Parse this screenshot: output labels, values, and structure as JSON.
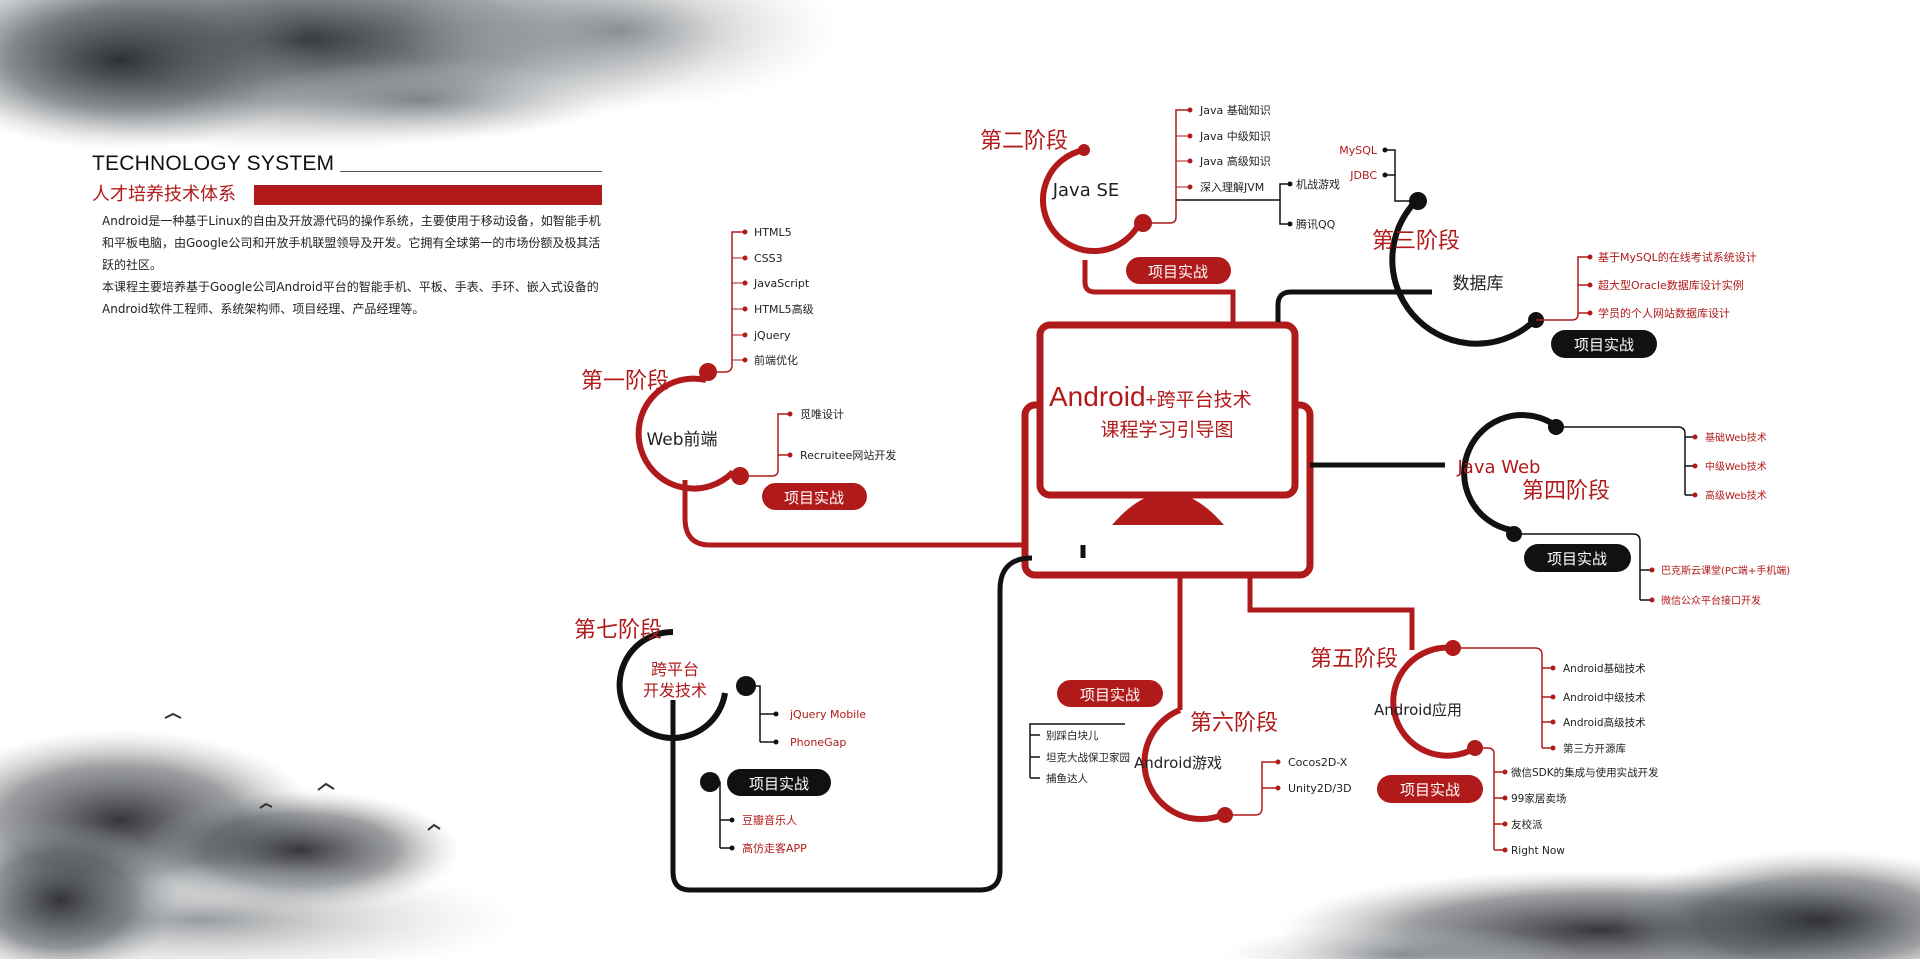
{
  "intro": {
    "title_en": "TECHNOLOGY SYSTEM",
    "title_cn": "人才培养技术体系",
    "paragraph1": "Android是一种基于Linux的自由及开放源代码的操作系统，主要使用于移动设备，如智能手机和平板电脑，由Google公司和开放手机联盟领导及开发。它拥有全球第一的市场份额及极其活跃的社区。",
    "paragraph2": "本课程主要培养基于Google公司Android平台的智能手机、平板、手表、手环、嵌入式设备的Android软件工程师、系统架构师、项目经理、产品经理等。"
  },
  "center": {
    "title_main": "Android",
    "title_suffix": "+跨平台技术",
    "subtitle": "课程学习引导图"
  },
  "project_label": "项目实战",
  "stages": {
    "s1": {
      "stage": "第一阶段",
      "name": "Web前端",
      "topics": [
        "HTML5",
        "CSS3",
        "JavaScript",
        "HTML5高级",
        "jQuery",
        "前端优化"
      ],
      "projects": [
        "觅唯设计",
        "Recruitee网站开发"
      ]
    },
    "s2": {
      "stage": "第二阶段",
      "name": "Java SE",
      "topics": [
        "Java 基础知识",
        "Java 中级知识",
        "Java 高级知识",
        "深入理解JVM"
      ],
      "projects": [
        "机战游戏",
        "腾讯QQ"
      ]
    },
    "s3": {
      "stage": "第三阶段",
      "name": "数据库",
      "topics": [
        "MySQL",
        "JDBC"
      ],
      "projects": [
        "基于MySQL的在线考试系统设计",
        "超大型Oracle数据库设计实例",
        "学员的个人网站数据库设计"
      ]
    },
    "s4": {
      "stage": "第四阶段",
      "name": "Java Web",
      "topics": [
        "基础Web技术",
        "中级Web技术",
        "高级Web技术"
      ],
      "projects": [
        "巴克斯云课堂(PC端+手机端)",
        "微信公众平台接口开发"
      ]
    },
    "s5": {
      "stage": "第五阶段",
      "name": "Android应用",
      "topics": [
        "Android基础技术",
        "Android中级技术",
        "Android高级技术",
        "第三方开源库"
      ],
      "projects": [
        "微信SDK的集成与使用实战开发",
        "99家居卖场",
        "友校派",
        "Right Now"
      ]
    },
    "s6": {
      "stage": "第六阶段",
      "name": "Android游戏",
      "topics": [
        "Cocos2D-X",
        "Unity2D/3D"
      ],
      "projects": [
        "别踩白块儿",
        "坦克大战保卫家园",
        "捕鱼达人"
      ]
    },
    "s7": {
      "stage": "第七阶段",
      "name_line1": "跨平台",
      "name_line2": "开发技术",
      "topics": [
        "jQuery Mobile",
        "PhoneGap"
      ],
      "projects": [
        "豆瓣音乐人",
        "高仿走客APP"
      ]
    }
  },
  "colors": {
    "red": "#b11a1a",
    "black": "#111111",
    "text": "#222222"
  }
}
